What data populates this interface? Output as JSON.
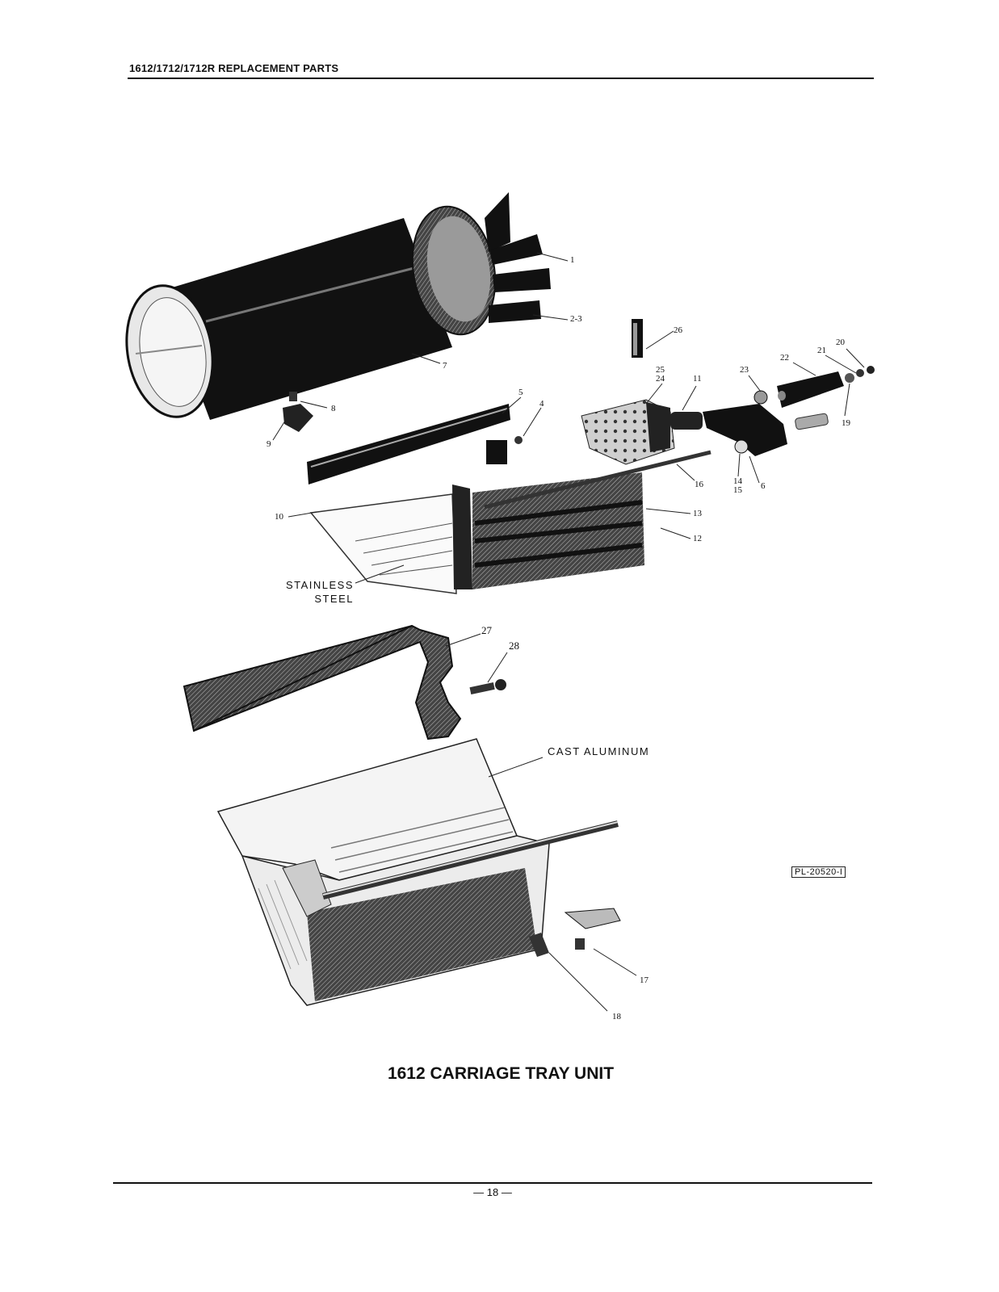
{
  "header": {
    "title": "1612/1712/1712R REPLACEMENT PARTS"
  },
  "diagram": {
    "labels": {
      "stainless": [
        "STAINLESS",
        "STEEL"
      ],
      "cast_aluminum": "CAST ALUMINUM",
      "ref_code": "PL-20520-I"
    },
    "callouts": [
      "1",
      "2-3",
      "26",
      "20",
      "21",
      "22",
      "23",
      "25",
      "24",
      "11",
      "19",
      "7",
      "5",
      "4",
      "8",
      "9",
      "16",
      "14",
      "15",
      "6",
      "13",
      "10",
      "12",
      "27",
      "28",
      "17",
      "18"
    ]
  },
  "caption": "1612 CARRIAGE TRAY UNIT",
  "footer": {
    "page_number": "— 18 —"
  }
}
